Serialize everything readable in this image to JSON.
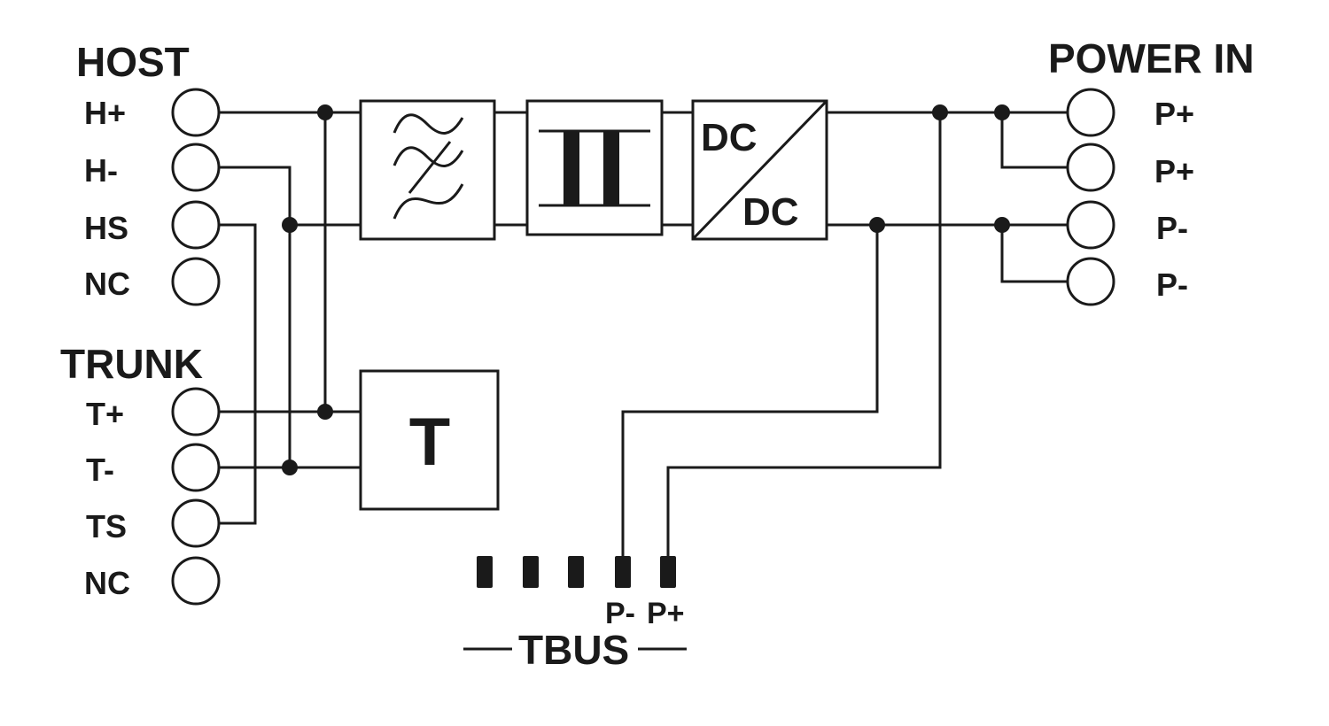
{
  "host": {
    "title": "HOST",
    "terminals": [
      "H+",
      "H-",
      "HS",
      "NC"
    ]
  },
  "trunk": {
    "title": "TRUNK",
    "terminals": [
      "T+",
      "T-",
      "TS",
      "NC"
    ]
  },
  "power_in": {
    "title": "POWER IN",
    "terminals": [
      "P+",
      "P+",
      "P-",
      "P-"
    ]
  },
  "blocks": {
    "filter_icon": "sine-wave-filter-icon",
    "transformer_icon": "transformer-icon",
    "converter_top": "DC",
    "converter_bottom": "DC",
    "termination": "T"
  },
  "tbus": {
    "title": "TBUS",
    "pin_minus": "P-",
    "pin_plus": "P+"
  },
  "colors": {
    "line": "#1a1a1a",
    "background": "#ffffff"
  }
}
